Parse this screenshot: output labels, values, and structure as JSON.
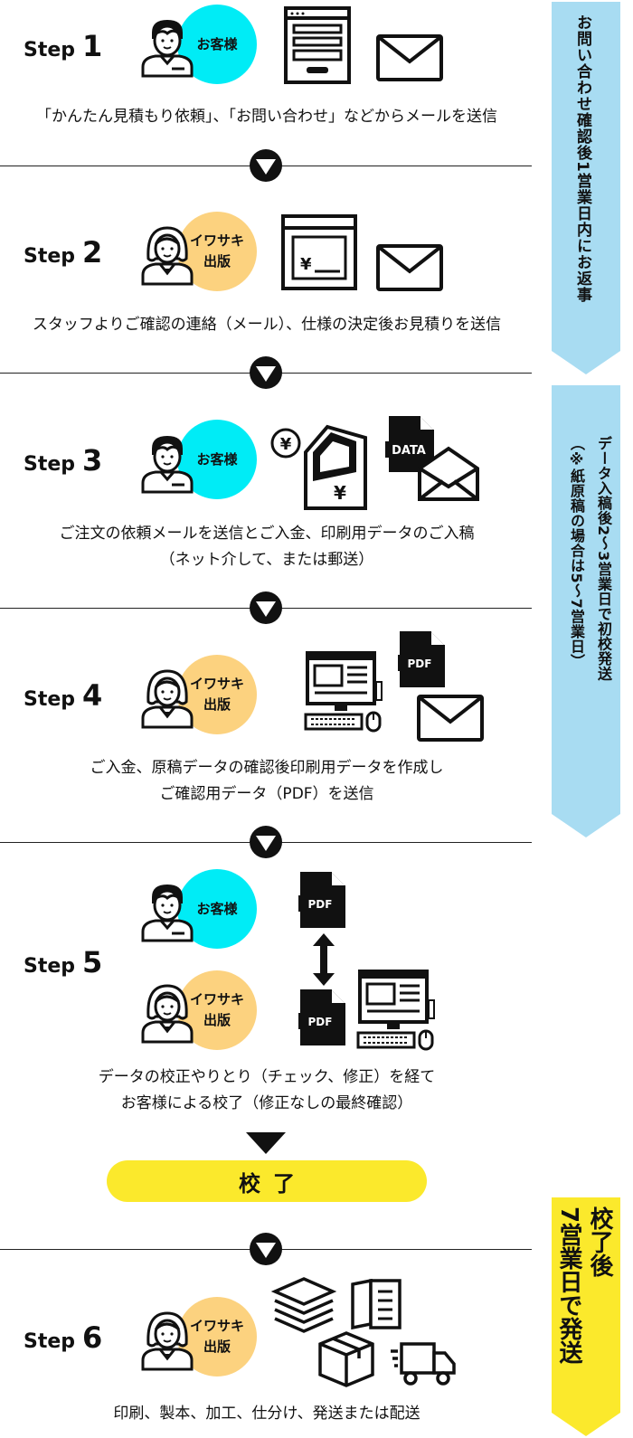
{
  "steps": [
    {
      "word": "Step",
      "num": "1",
      "caption": [
        "「かんたん見積もり依頼」、「お問い合わせ」などからメールを送信"
      ]
    },
    {
      "word": "Step",
      "num": "2",
      "caption": [
        "スタッフよりご確認の連絡（メール）、仕様の決定後お見積りを送信"
      ]
    },
    {
      "word": "Step",
      "num": "3",
      "caption": [
        "ご注文の依頼メールを送信とご入金、印刷用データのご入稿",
        "（ネット介して、または郵送）"
      ]
    },
    {
      "word": "Step",
      "num": "4",
      "caption": [
        "ご入金、原稿データの確認後印刷用データを作成し",
        "ご確認用データ（PDF）を送信"
      ]
    },
    {
      "word": "Step",
      "num": "5",
      "caption": [
        "データの校正やりとり（チェック、修正）を経て",
        "お客様による校了（修正なしの最終確認）"
      ]
    },
    {
      "word": "Step",
      "num": "6",
      "caption": [
        "印刷、製本、加工、仕分け、発送または配送"
      ]
    }
  ],
  "actors": {
    "customer": "お客様",
    "staff_line1": "イワサキ",
    "staff_line2": "出版"
  },
  "labels": {
    "data": "DATA",
    "pdf": "PDF",
    "yen": "¥",
    "kouryo": "校了"
  },
  "side_banners": [
    {
      "lines": [
        "お問い合わせ確認後1営業日内にお返事"
      ],
      "color": "#a8dcf2"
    },
    {
      "lines": [
        "データ入稿後2～3営業日で初校発送",
        "（※紙原稿の場合は5～7営業日）"
      ],
      "color": "#a8dcf2"
    },
    {
      "lines": [
        "校了後",
        "7営業日で発送"
      ],
      "color": "#fbe92c"
    }
  ],
  "colors": {
    "customer_badge": "#00ecf6",
    "staff_badge": "#fcd27f",
    "kouryo_bar": "#fbe92c",
    "banner_blue": "#a8dcf2",
    "banner_yellow": "#fbe92c"
  }
}
